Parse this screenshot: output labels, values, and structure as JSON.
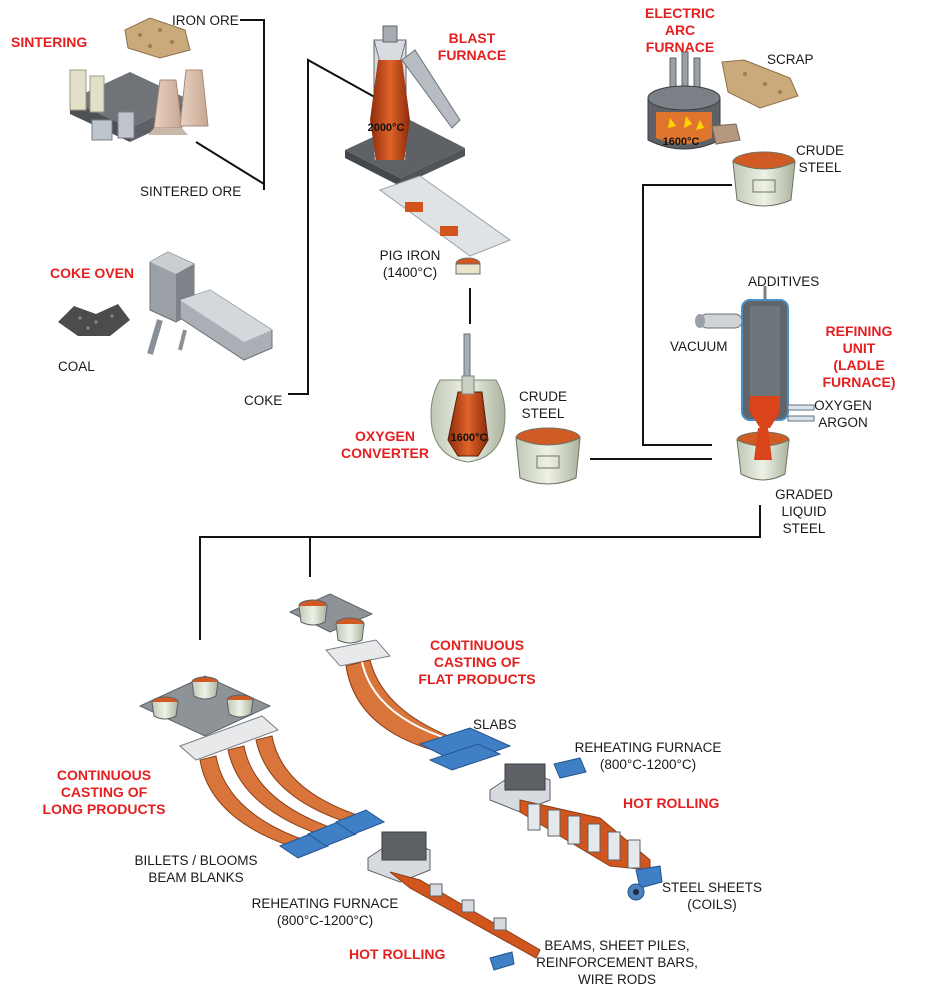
{
  "labels": {
    "sintering": "SINTERING",
    "iron_ore": "IRON ORE",
    "sintered_ore": "SINTERED ORE",
    "coke_oven": "COKE OVEN",
    "coal": "COAL",
    "coke": "COKE",
    "blast_furnace": "BLAST\nFURNACE",
    "blast_temp": "2000°C",
    "pig_iron": "PIG IRON\n(1400°C)",
    "oxygen_converter": "OXYGEN\nCONVERTER",
    "converter_temp": "1600°C",
    "crude_steel_1": "CRUDE\nSTEEL",
    "electric_arc_furnace": "ELECTRIC\nARC\nFURNACE",
    "eaf_temp": "1600°C",
    "scrap": "SCRAP",
    "crude_steel_2": "CRUDE\nSTEEL",
    "additives": "ADDITIVES",
    "vacuum": "VACUUM",
    "refining_unit": "REFINING UNIT\n(LADLE FURNACE)",
    "oxygen_argon": "OXYGEN\nARGON",
    "graded_liquid_steel": "GRADED\nLIQUID\nSTEEL",
    "cc_flat": "CONTINUOUS\nCASTING OF\nFLAT PRODUCTS",
    "slabs": "SLABS",
    "reheating_furnace_1": "REHEATING FURNACE\n(800°C-1200°C)",
    "hot_rolling_1": "HOT ROLLING",
    "steel_sheets": "STEEL SHEETS\n(COILS)",
    "cc_long": "CONTINUOUS\nCASTING OF\nLONG PRODUCTS",
    "billets": "BILLETS / BLOOMS\nBEAM BLANKS",
    "reheating_furnace_2": "REHEATING FURNACE\n(800°C-1200°C)",
    "hot_rolling_2": "HOT ROLLING",
    "beams": "BEAMS, SHEET PILES,\nREINFORCEMENT BARS,\nWIRE RODS"
  },
  "colors": {
    "accent_red": "#e41f1f",
    "molten": "#d2551e",
    "steel_grey": "#5b5f63",
    "blue_product": "#3f7fc6"
  }
}
